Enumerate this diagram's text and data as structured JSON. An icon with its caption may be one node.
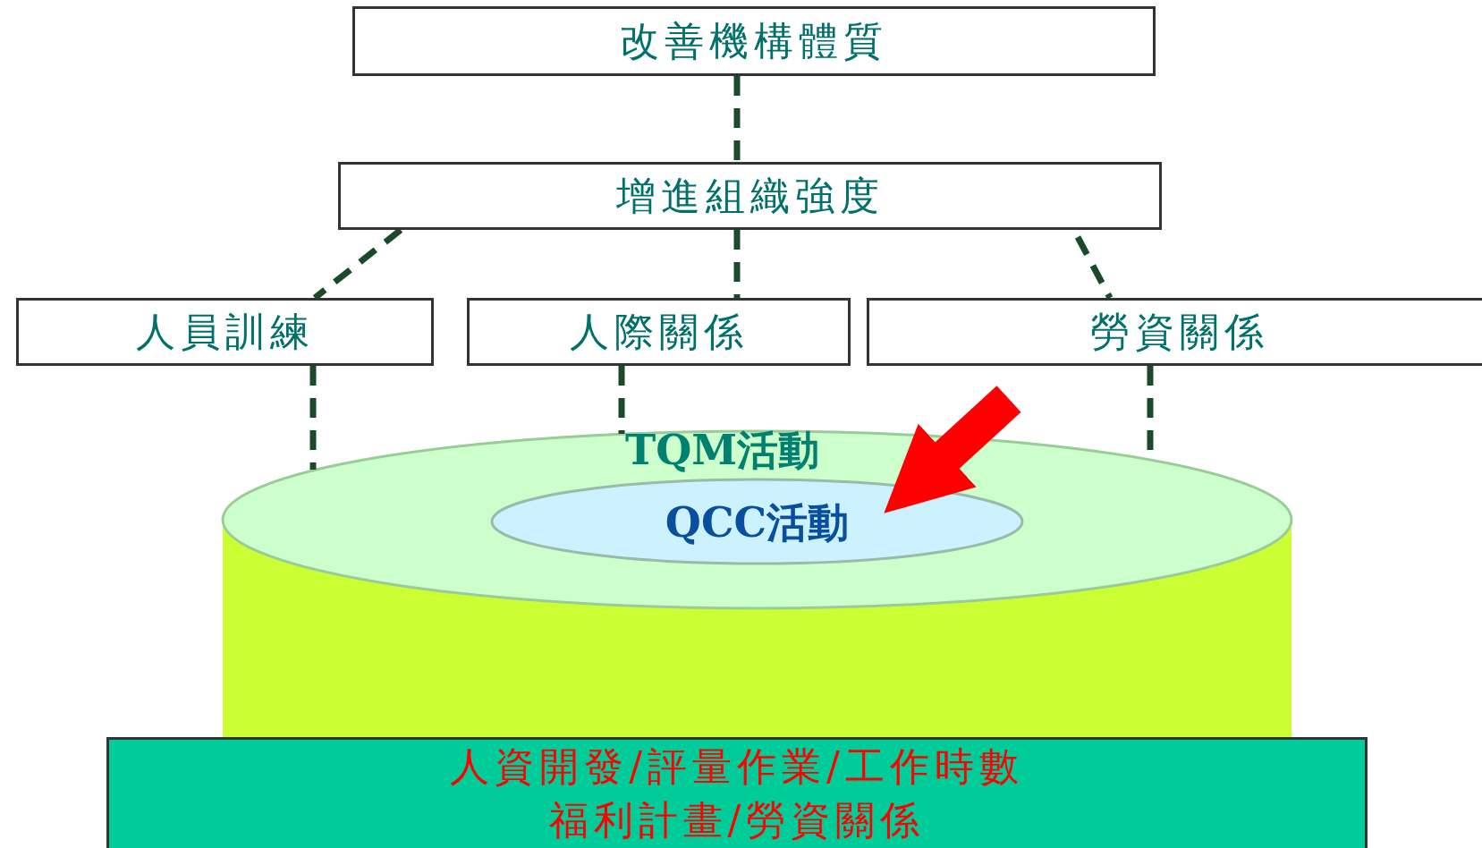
{
  "diagram": {
    "nodes": [
      {
        "text": [
          "改善機構體質"
        ]
      },
      {
        "text": [
          "增進組織強度"
        ]
      },
      {
        "text": [
          "人員訓練"
        ]
      },
      {
        "text": [
          "人際關係"
        ]
      },
      {
        "text": [
          "勞資關係"
        ]
      },
      {
        "text": [
          "TQM活動"
        ]
      },
      {
        "text": [
          "QCC活動"
        ]
      },
      {
        "text": [
          "人資開發/評量作業/工作時數福利計畫/勞資關係"
        ]
      }
    ],
    "edges": [
      {
        "from": 0,
        "to": 1,
        "arrow": "none",
        "style": "dashed"
      },
      {
        "from": 1,
        "to": 2,
        "arrow": "none",
        "style": "dashed"
      },
      {
        "from": 1,
        "to": 3,
        "arrow": "none",
        "style": "dashed"
      },
      {
        "from": 1,
        "to": 4,
        "arrow": "none",
        "style": "dashed"
      },
      {
        "from": 2,
        "to": 5,
        "arrow": "none",
        "style": "dashed"
      },
      {
        "from": 3,
        "to": 5,
        "arrow": "none",
        "style": "dashed"
      },
      {
        "from": 4,
        "to": 5,
        "arrow": "none",
        "style": "dashed"
      },
      {
        "from": null,
        "to": 6,
        "arrow": "to",
        "style": "thick",
        "color": "#ff0000"
      }
    ]
  }
}
